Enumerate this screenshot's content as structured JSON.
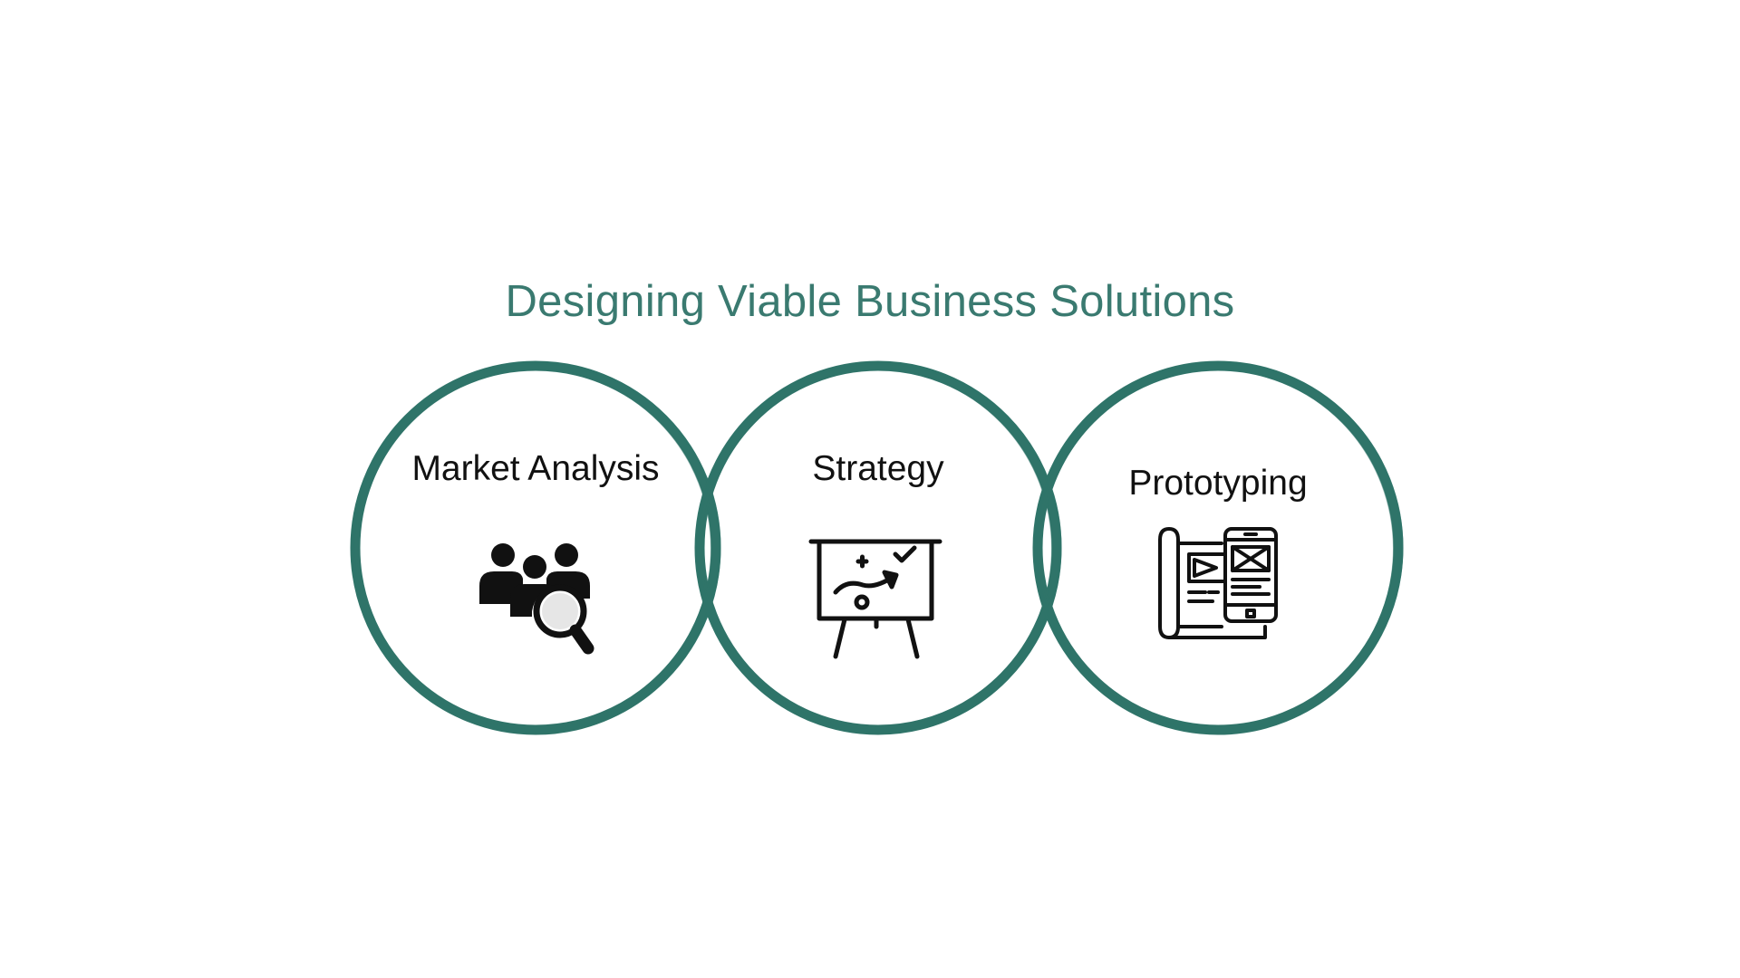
{
  "title": "Designing Viable Business Solutions",
  "accent_color": "#2f7469",
  "stages": [
    {
      "label": "Market Analysis",
      "icon": "people-search-icon"
    },
    {
      "label": "Strategy",
      "icon": "strategy-board-icon"
    },
    {
      "label": "Prototyping",
      "icon": "wireframe-prototype-icon"
    }
  ]
}
